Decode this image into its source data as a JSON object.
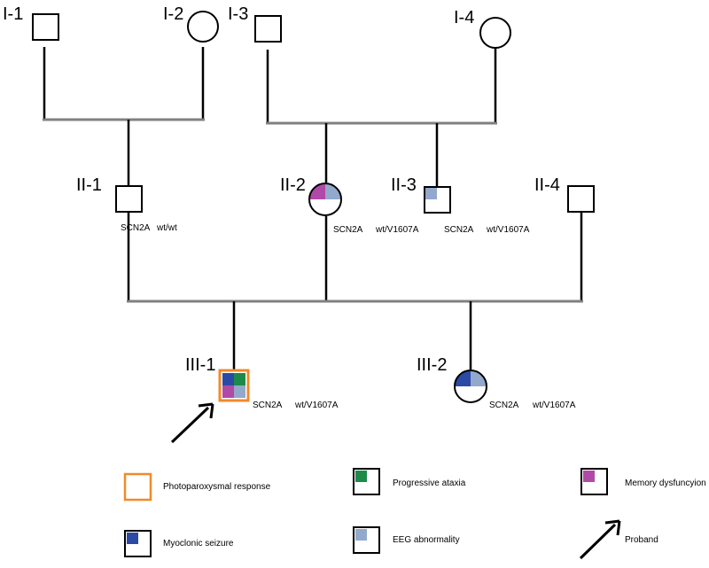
{
  "pedigree": {
    "individuals": {
      "I1": {
        "id": "I-1",
        "sex": "male",
        "traits": []
      },
      "I2": {
        "id": "I-2",
        "sex": "female",
        "traits": []
      },
      "I3": {
        "id": "I-3",
        "sex": "male",
        "traits": []
      },
      "I4": {
        "id": "I-4",
        "sex": "female",
        "traits": []
      },
      "II1": {
        "id": "II-1",
        "sex": "male",
        "traits": [],
        "gene": "SCN2A",
        "genotype": "wt/wt"
      },
      "II2": {
        "id": "II-2",
        "sex": "female",
        "traits": [
          "memory_dysfunction",
          "eeg_abnormality"
        ],
        "gene": "SCN2A",
        "genotype": "wt/V1607A"
      },
      "II3": {
        "id": "II-3",
        "sex": "male",
        "traits": [
          "eeg_abnormality"
        ],
        "gene": "SCN2A",
        "genotype": "wt/V1607A"
      },
      "II4": {
        "id": "II-4",
        "sex": "male",
        "traits": []
      },
      "III1": {
        "id": "III-1",
        "sex": "male",
        "traits": [
          "myoclonic_seizure",
          "progressive_ataxia",
          "memory_dysfunction",
          "eeg_abnormality",
          "photoparoxysmal_response",
          "proband"
        ],
        "gene": "SCN2A",
        "genotype": "wt/V1607A"
      },
      "III2": {
        "id": "III-2",
        "sex": "female",
        "traits": [
          "myoclonic_seizure",
          "eeg_abnormality"
        ],
        "gene": "SCN2A",
        "genotype": "wt/V1607A"
      }
    }
  },
  "legend": {
    "photoparoxysmal": "Photoparoxysmal response",
    "ataxia": "Progressive ataxia",
    "memory": "Memory dysfuncyion",
    "myoclonic": "Myoclonic seizure",
    "eeg": "EEG abnormality",
    "proband": "Proband"
  },
  "colors": {
    "myoclonic_seizure": "#2b4aa5",
    "progressive_ataxia": "#1e8a4a",
    "memory_dysfunction": "#b04aa6",
    "eeg_abnormality": "#93a9cc",
    "photoparoxysmal_response": "#f08a2a",
    "line_gray": "#808080",
    "line_black": "#000000"
  }
}
